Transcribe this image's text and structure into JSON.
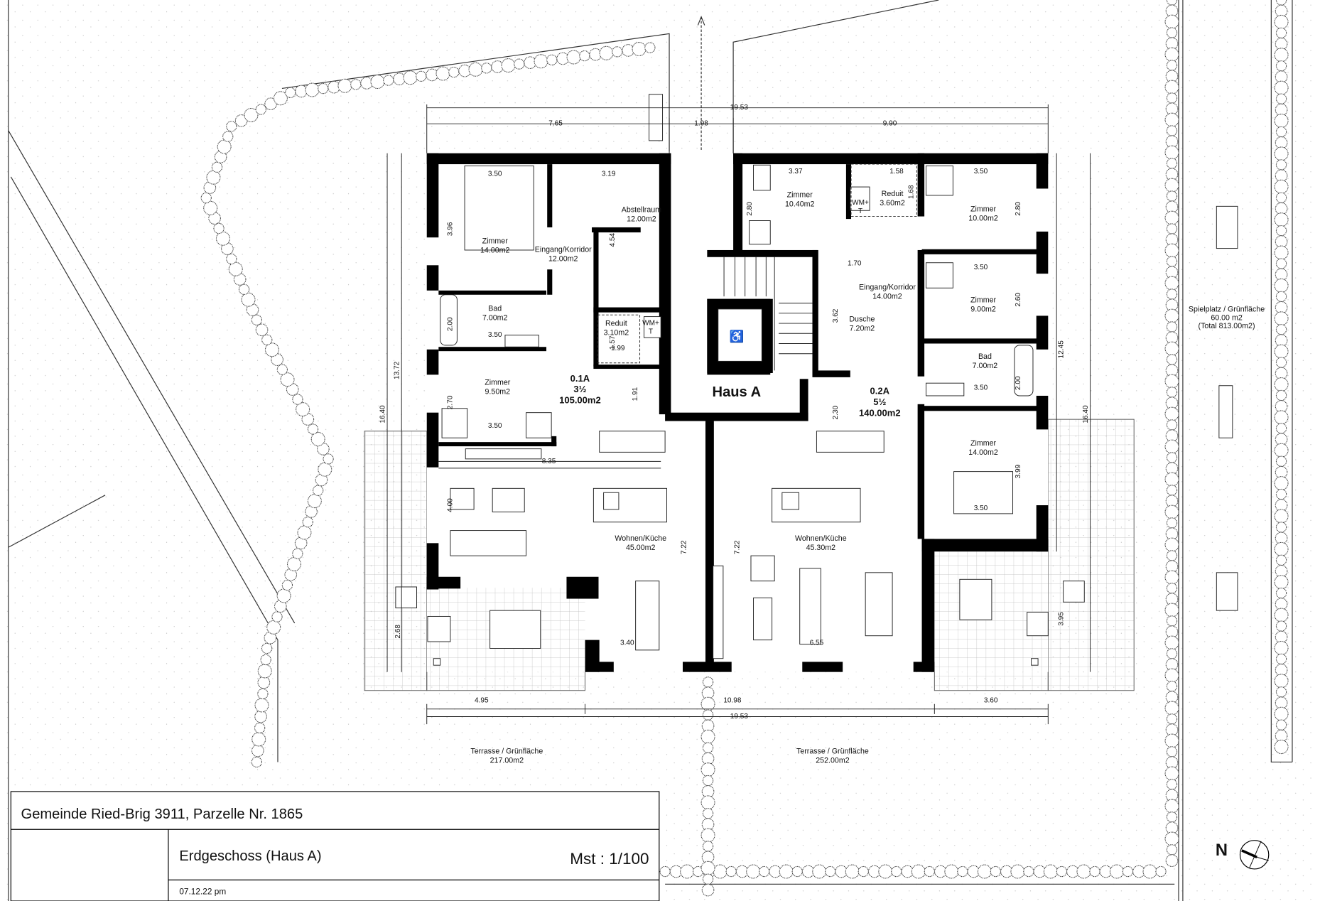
{
  "title_block": {
    "project": "Gemeinde Ried-Brig 3911, Parzelle Nr. 1865",
    "drawing": "Erdgeschoss (Haus A)",
    "scale": "Mst : 1/100",
    "date": "07.12.22 pm"
  },
  "building": {
    "name": "Haus A"
  },
  "units": [
    {
      "id": "0.1A",
      "rooms_count": "3½",
      "area": "105.00m2"
    },
    {
      "id": "0.2A",
      "rooms_count": "5½",
      "area": "140.00m2"
    }
  ],
  "rooms_left": [
    {
      "name": "Zimmer",
      "area": "14.00m2"
    },
    {
      "name": "Bad",
      "area": "7.00m2"
    },
    {
      "name": "Zimmer",
      "area": "9.50m2"
    },
    {
      "name": "Eingang/Korridor",
      "area": "12.00m2"
    },
    {
      "name": "Abstellraum",
      "area": "12.00m2"
    },
    {
      "name": "Reduit",
      "area": "3.10m2"
    },
    {
      "name": "Wohnen/Küche",
      "area": "45.00m2"
    }
  ],
  "rooms_right": [
    {
      "name": "Zimmer",
      "area": "10.40m2"
    },
    {
      "name": "Reduit",
      "area": "3.60m2"
    },
    {
      "name": "Zimmer",
      "area": "10.00m2"
    },
    {
      "name": "Eingang/Korridor",
      "area": "14.00m2"
    },
    {
      "name": "Dusche",
      "area": "7.20m2"
    },
    {
      "name": "Zimmer",
      "area": "9.00m2"
    },
    {
      "name": "Bad",
      "area": "7.00m2"
    },
    {
      "name": "Zimmer",
      "area": "14.00m2"
    },
    {
      "name": "Wohnen/Küche",
      "area": "45.30m2"
    }
  ],
  "appliance_label": {
    "line1": "WM+",
    "line2": "T"
  },
  "outdoor": [
    {
      "name": "Terrasse / Grünfläche",
      "area": "217.00m2"
    },
    {
      "name": "Terrasse / Grünfläche",
      "area": "252.00m2"
    },
    {
      "name": "Spielplatz / Grünfläche",
      "area": "60.00 m2",
      "total": "(Total 813.00m2)"
    }
  ],
  "north_label": "N",
  "dimensions": {
    "top_total": "19.53",
    "top_left": "7.65",
    "top_mid": "1.98",
    "top_right": "9.90",
    "bottom_total": "19.53",
    "bottom_left": "4.95",
    "bottom_mid": "10.98",
    "bottom_right": "3.60",
    "left_outer": "16.40",
    "left_inner": "13.72",
    "right_inner": "12.45",
    "right_outer": "16.40",
    "living_left_width": "8.35",
    "living_left_depth": "4.00",
    "living_left_height": "7.22",
    "living_right_height": "7.22",
    "dining_left": "3.40",
    "dining_right": "6.55",
    "terrace_left": "2.68",
    "terrace_right": "3.95",
    "l_room1_h": "3.96",
    "l_bath_h": "2.00",
    "l_room2_h": "2.70",
    "l_room1_w": "3.50",
    "l_bath_w": "3.50",
    "l_room2_w": "3.50",
    "store_w": "3.19",
    "store_h": "4.54",
    "reduit_h": "1.57",
    "reduit_w": "1.99",
    "corr_w": "1.91",
    "r_room1_w": "3.37",
    "r_room1_h": "2.80",
    "r_reduit_w": "1.58",
    "r_reduit_h": "1.68",
    "r_room2_w": "3.50",
    "r_room2_h": "2.80",
    "shower_w": "1.70",
    "shower_h": "3.62",
    "r_room3_w": "3.50",
    "r_room3_h": "2.60",
    "r_bath_h": "2.00",
    "r_bath_w": "3.50",
    "r_corr": "2.30",
    "r_room4_h": "3.99",
    "r_room4_w": "3.50"
  }
}
